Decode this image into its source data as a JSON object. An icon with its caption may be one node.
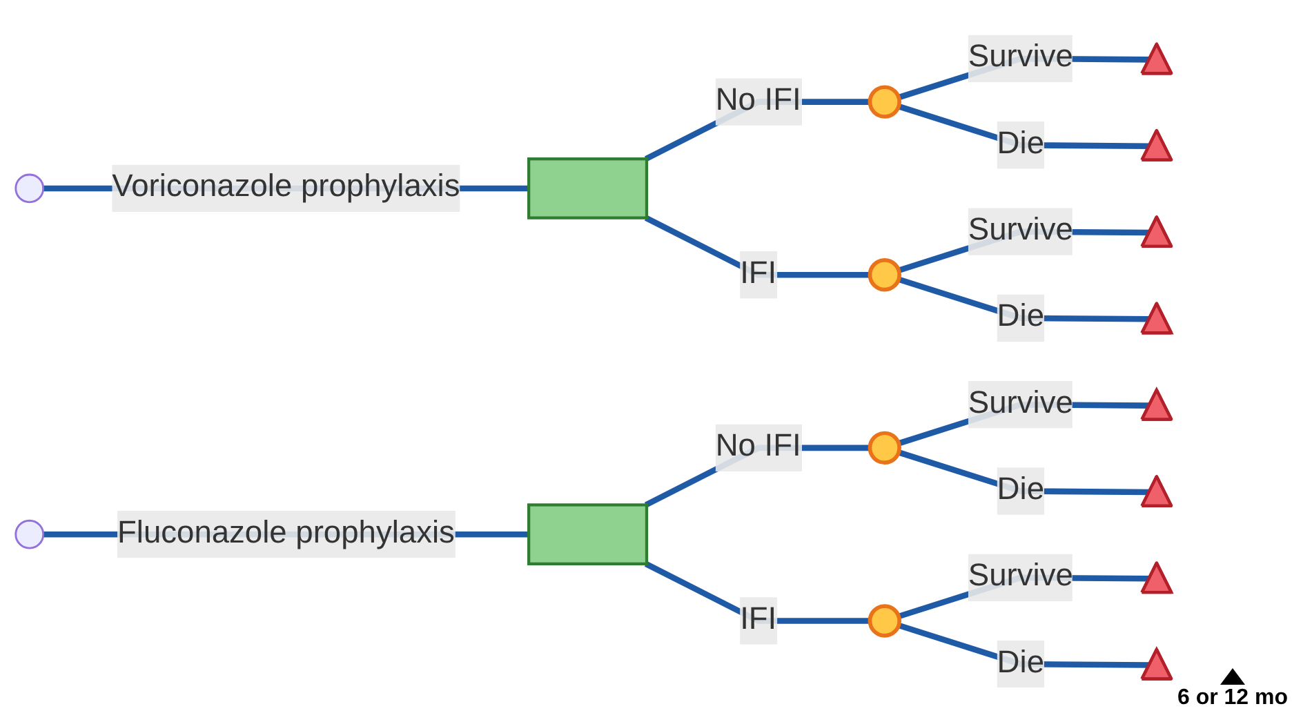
{
  "diagram": {
    "nodes": [
      {
        "text": [],
        "shape": "box"
      },
      {
        "text": [],
        "shape": "circle"
      },
      {
        "text": [],
        "shape": "triangle"
      },
      {
        "text": [],
        "shape": "triangle"
      },
      {
        "text": [],
        "shape": "circle"
      },
      {
        "text": [],
        "shape": "triangle"
      },
      {
        "text": [],
        "shape": "triangle"
      },
      {
        "text": [],
        "shape": "box"
      },
      {
        "text": [],
        "shape": "circle"
      },
      {
        "text": [],
        "shape": "triangle"
      },
      {
        "text": [],
        "shape": "triangle"
      },
      {
        "text": [],
        "shape": "circle"
      },
      {
        "text": [],
        "shape": "triangle"
      },
      {
        "text": [],
        "shape": "triangle"
      }
    ],
    "edges": [
      {
        "from": null,
        "to": 0,
        "arrow": "none",
        "label": "Voriconazole prophylaxis"
      },
      {
        "from": 0,
        "to": 1,
        "arrow": "none",
        "label": "No IFI"
      },
      {
        "from": 1,
        "to": 2,
        "arrow": "none",
        "label": "Survive"
      },
      {
        "from": 1,
        "to": 3,
        "arrow": "none",
        "label": "Die"
      },
      {
        "from": 0,
        "to": 4,
        "arrow": "none",
        "label": "IFI"
      },
      {
        "from": 4,
        "to": 5,
        "arrow": "none",
        "label": "Survive"
      },
      {
        "from": 4,
        "to": 6,
        "arrow": "none",
        "label": "Die"
      },
      {
        "from": null,
        "to": 7,
        "arrow": "none",
        "label": "Fluconazole prophylaxis"
      },
      {
        "from": 7,
        "to": 8,
        "arrow": "none",
        "label": "No IFI"
      },
      {
        "from": 8,
        "to": 9,
        "arrow": "none",
        "label": "Survive"
      },
      {
        "from": 8,
        "to": 10,
        "arrow": "none",
        "label": "Die"
      },
      {
        "from": 7,
        "to": 11,
        "arrow": "none",
        "label": "IFI"
      },
      {
        "from": 11,
        "to": 12,
        "arrow": "none",
        "label": "Survive"
      },
      {
        "from": 11,
        "to": 13,
        "arrow": "none",
        "label": "Die"
      }
    ],
    "labels": [
      "6 or 12 mo"
    ]
  }
}
